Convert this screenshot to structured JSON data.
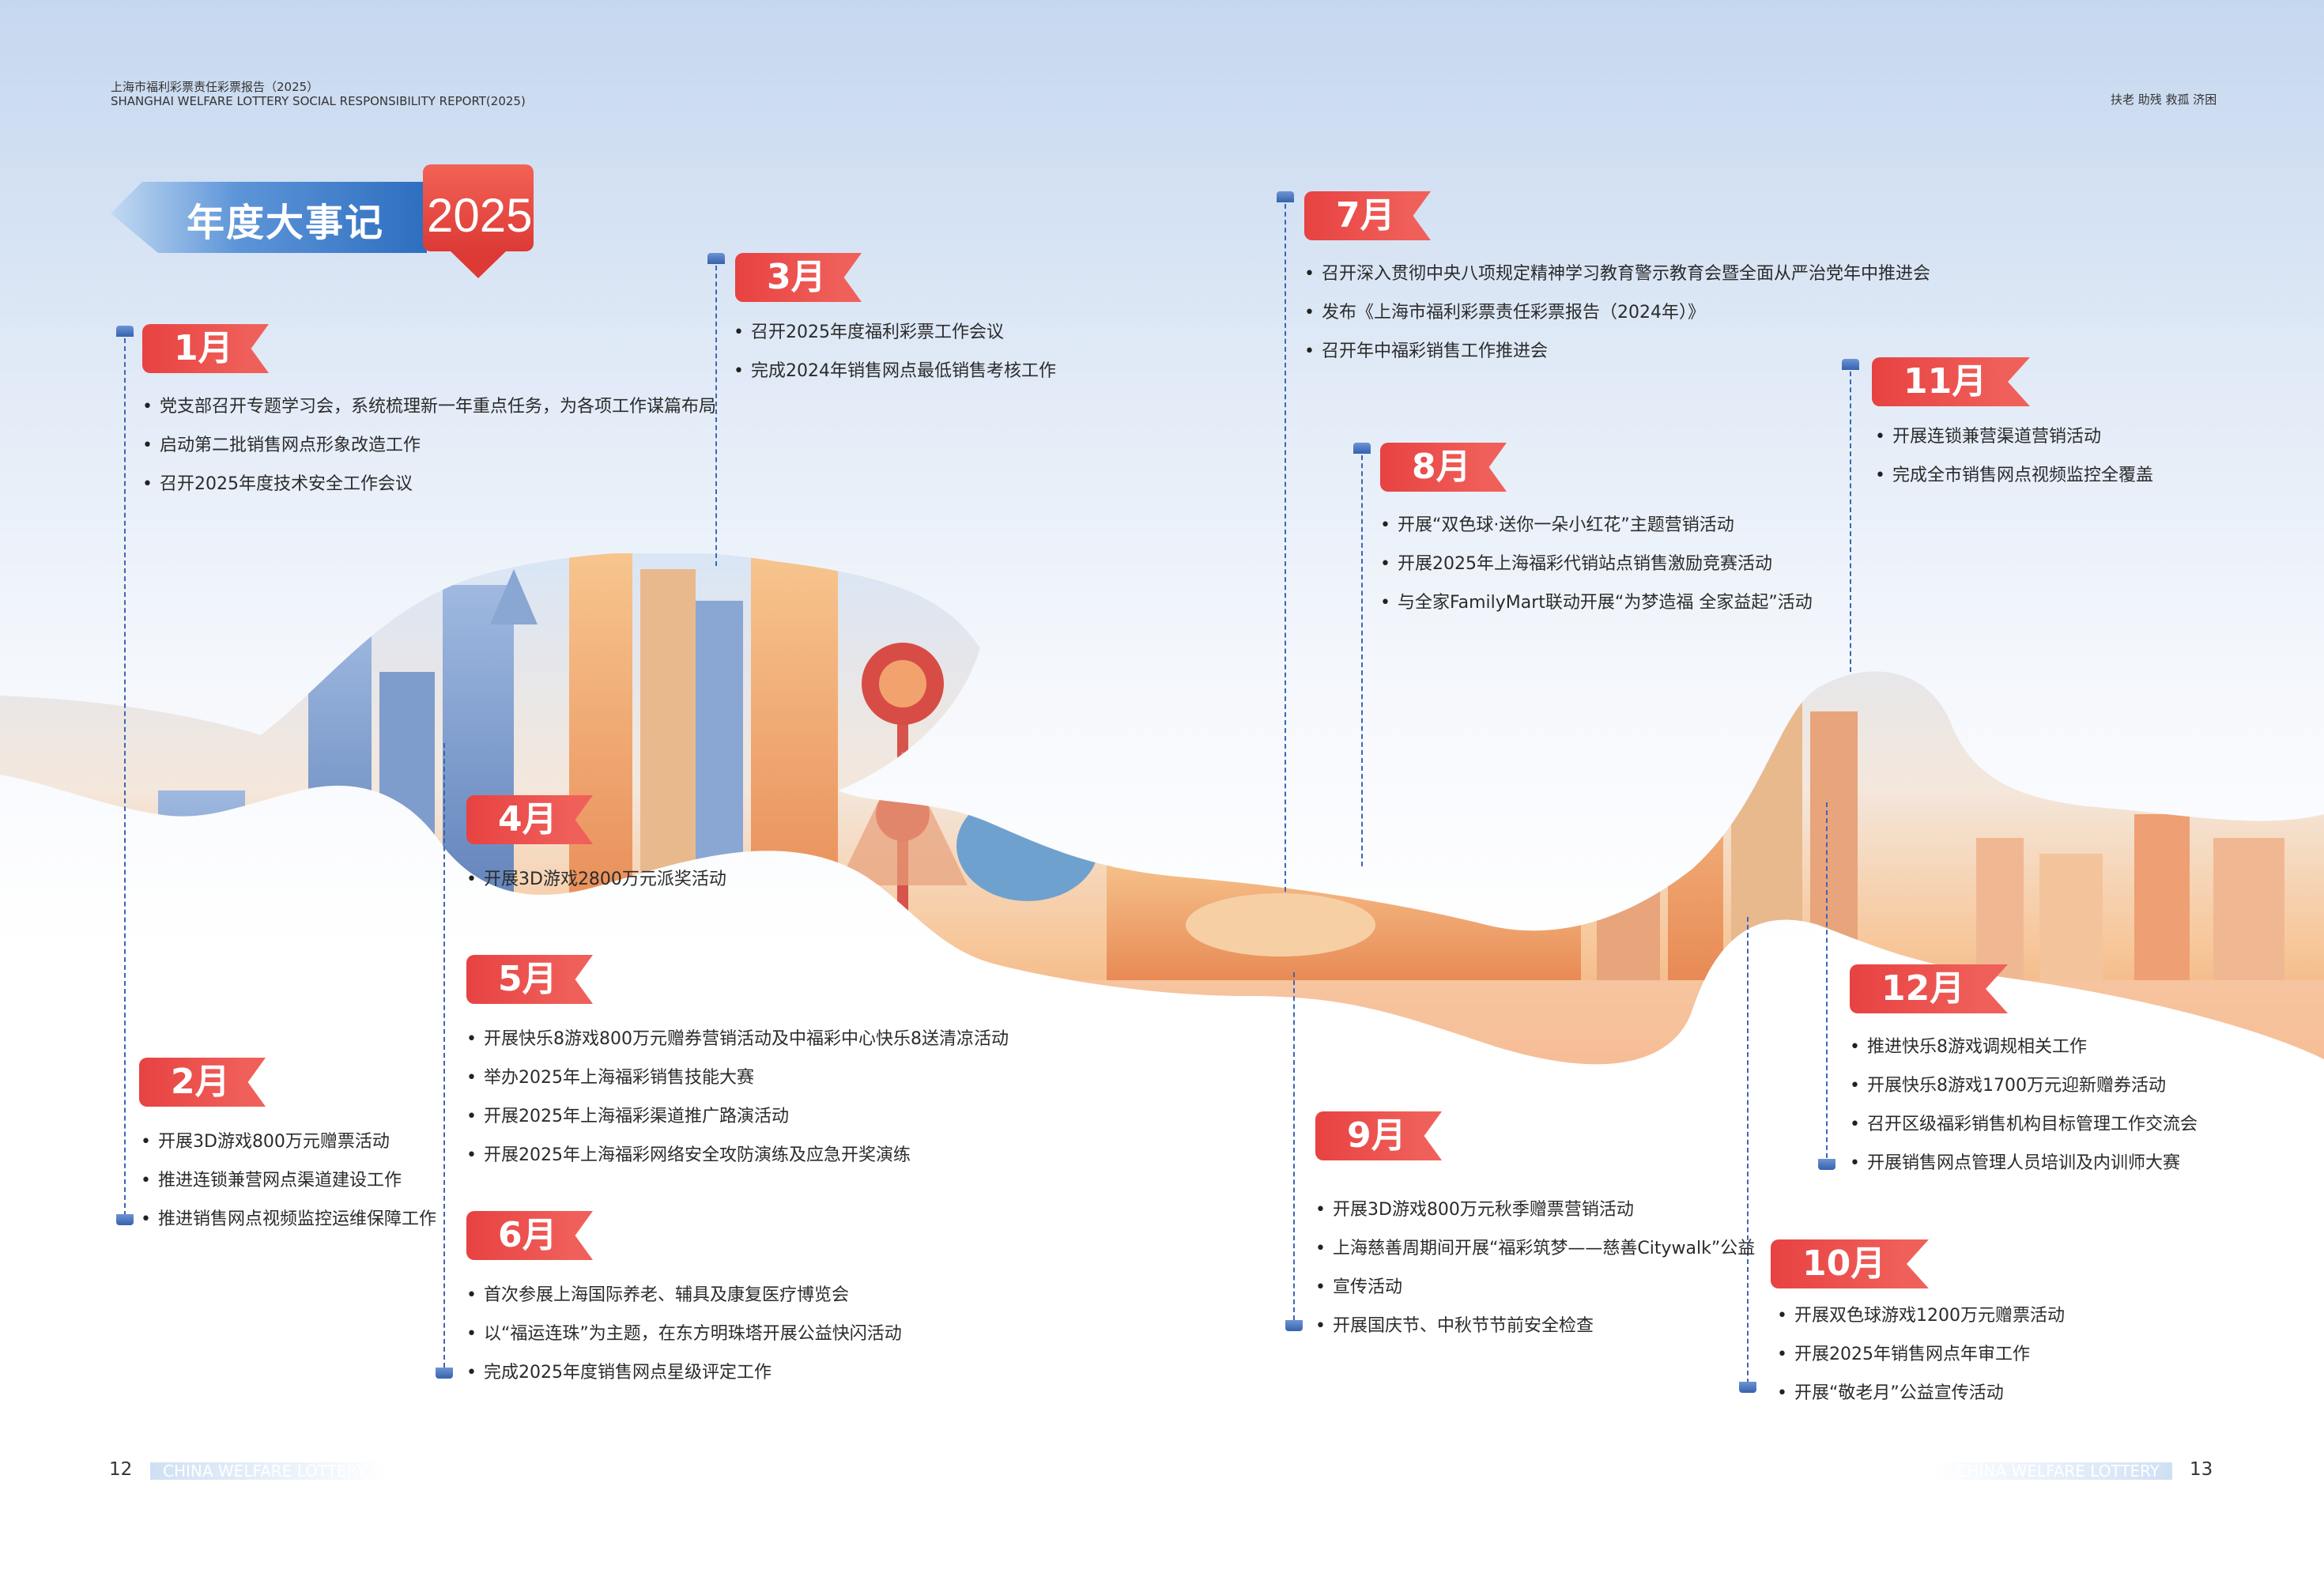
{
  "header": {
    "report_title_cn": "上海市福利彩票责任彩票报告（2025）",
    "report_title_en": "SHANGHAI WELFARE LOTTERY SOCIAL RESPONSIBILITY REPORT(2025)",
    "slogan": "扶老 助残 救孤 济困"
  },
  "section": {
    "title": "年度大事记",
    "year": "2025"
  },
  "months": [
    {
      "label": "1月",
      "events": [
        "党支部召开专题学习会，系统梳理新一年重点任务，为各项工作谋篇布局",
        "启动第二批销售网点形象改造工作",
        "召开2025年度技术安全工作会议"
      ]
    },
    {
      "label": "2月",
      "events": [
        "开展3D游戏800万元赠票活动",
        "推进连锁兼营网点渠道建设工作",
        "推进销售网点视频监控运维保障工作"
      ]
    },
    {
      "label": "3月",
      "events": [
        "召开2025年度福利彩票工作会议",
        "完成2024年销售网点最低销售考核工作"
      ]
    },
    {
      "label": "4月",
      "events": [
        "开展3D游戏2800万元派奖活动"
      ]
    },
    {
      "label": "5月",
      "events": [
        "开展快乐8游戏800万元赠券营销活动及中福彩中心快乐8送清凉活动",
        "举办2025年上海福彩销售技能大赛",
        "开展2025年上海福彩渠道推广路演活动",
        "开展2025年上海福彩网络安全攻防演练及应急开奖演练"
      ]
    },
    {
      "label": "6月",
      "events": [
        "首次参展上海国际养老、辅具及康复医疗博览会",
        "以“福运连珠”为主题，在东方明珠塔开展公益快闪活动",
        "完成2025年度销售网点星级评定工作"
      ]
    },
    {
      "label": "7月",
      "events": [
        "召开深入贯彻中央八项规定精神学习教育警示教育会暨全面从严治党年中推进会",
        "发布《上海市福利彩票责任彩票报告（2024年）》",
        "召开年中福彩销售工作推进会"
      ]
    },
    {
      "label": "8月",
      "events": [
        "开展“双色球·送你一朵小红花”主题营销活动",
        "开展2025年上海福彩代销站点销售激励竞赛活动",
        "与全家FamilyMart联动开展“为梦造福 全家益起”活动"
      ]
    },
    {
      "label": "9月",
      "events": [
        "开展3D游戏800万元秋季赠票营销活动",
        "上海慈善周期间开展“福彩筑梦——慈善Citywalk”公益",
        "宣传活动",
        "开展国庆节、中秋节节前安全检查"
      ]
    },
    {
      "label": "10月",
      "events": [
        "开展双色球游戏1200万元赠票活动",
        "开展2025年销售网点年审工作",
        "开展“敬老月”公益宣传活动"
      ]
    },
    {
      "label": "11月",
      "events": [
        "开展连锁兼营渠道营销活动",
        "完成全市销售网点视频监控全覆盖"
      ]
    },
    {
      "label": "12月",
      "events": [
        "推进快乐8游戏调规相关工作",
        "开展快乐8游戏1700万元迎新赠券活动",
        "召开区级福彩销售机构目标管理工作交流会",
        "开展销售网点管理人员培训及内训师大赛"
      ]
    }
  ],
  "footer": {
    "left_page": "12",
    "right_page": "13",
    "band_text": "CHINA WELFARE LOTTERY"
  },
  "colors": {
    "accent_red": "#e74242",
    "accent_blue": "#3d66b5"
  }
}
